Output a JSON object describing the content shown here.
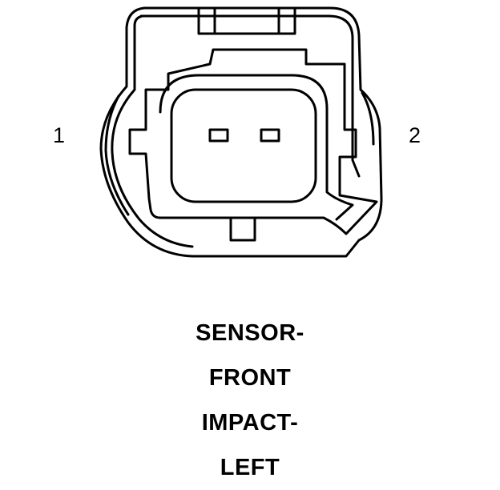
{
  "diagram": {
    "pins": [
      "1",
      "2"
    ],
    "caption_lines": [
      "SENSOR-",
      "FRONT",
      "IMPACT-",
      "LEFT"
    ],
    "stroke_color": "#000000",
    "background_color": "#ffffff"
  }
}
